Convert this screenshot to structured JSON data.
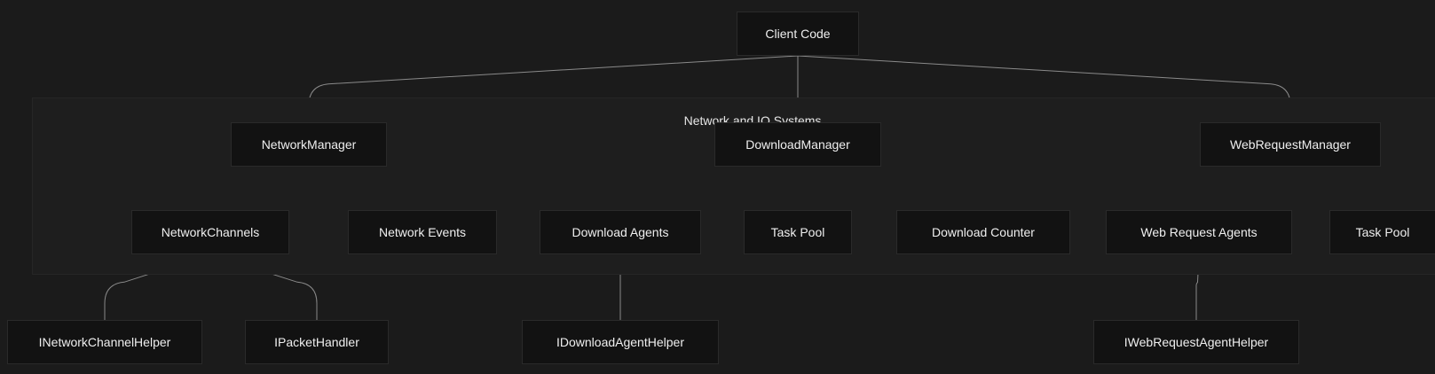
{
  "subgraph": {
    "title": "Network and IO Systems"
  },
  "nodes": {
    "client": "Client Code",
    "network_manager": "NetworkManager",
    "download_manager": "DownloadManager",
    "web_request_manager": "WebRequestManager",
    "network_channels": "NetworkChannels",
    "network_events": "Network Events",
    "download_agents": "Download Agents",
    "task_pool_download": "Task Pool",
    "download_counter": "Download Counter",
    "web_request_agents": "Web Request Agents",
    "task_pool_web": "Task Pool",
    "inetwork_channel_helper": "INetworkChannelHelper",
    "ipacket_handler": "IPacketHandler",
    "idownload_agent_helper": "IDownloadAgentHelper",
    "iweb_request_agent_helper": "IWebRequestAgentHelper"
  },
  "edges": [
    [
      "client",
      "network_manager"
    ],
    [
      "client",
      "download_manager"
    ],
    [
      "client",
      "web_request_manager"
    ],
    [
      "network_manager",
      "network_channels"
    ],
    [
      "network_manager",
      "network_events"
    ],
    [
      "download_manager",
      "download_agents"
    ],
    [
      "download_manager",
      "task_pool_download"
    ],
    [
      "download_manager",
      "download_counter"
    ],
    [
      "web_request_manager",
      "web_request_agents"
    ],
    [
      "web_request_manager",
      "task_pool_web"
    ],
    [
      "network_channels",
      "inetwork_channel_helper"
    ],
    [
      "network_channels",
      "ipacket_handler"
    ],
    [
      "download_agents",
      "idownload_agent_helper"
    ],
    [
      "web_request_agents",
      "iweb_request_agent_helper"
    ]
  ],
  "colors": {
    "background": "#1b1b1b",
    "subgraph_fill": "#1e1e1e",
    "node_fill": "#121212",
    "edge": "#8a8a8a",
    "text": "#efefef"
  }
}
